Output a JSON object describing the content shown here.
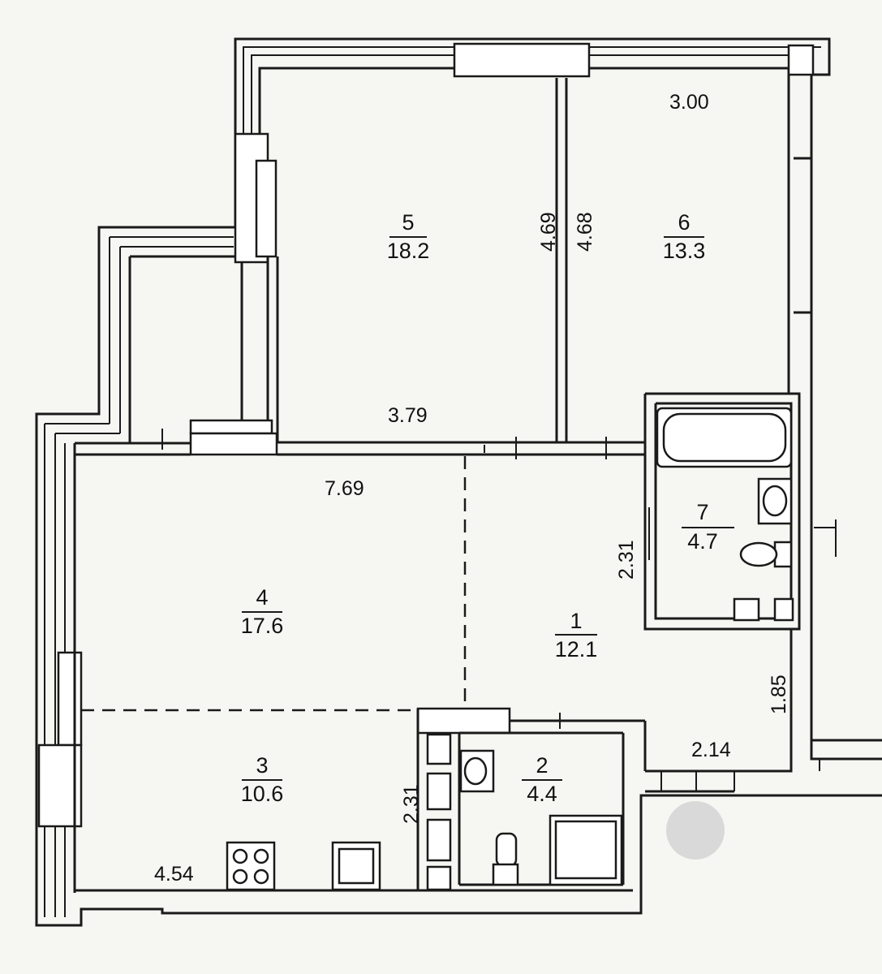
{
  "rooms": [
    {
      "number": "1",
      "area": "12.1"
    },
    {
      "number": "2",
      "area": "4.4"
    },
    {
      "number": "3",
      "area": "10.6"
    },
    {
      "number": "4",
      "area": "17.6"
    },
    {
      "number": "5",
      "area": "18.2"
    },
    {
      "number": "6",
      "area": "13.3"
    },
    {
      "number": "7",
      "area": "4.7"
    }
  ],
  "dimensions": {
    "room6_width": "3.00",
    "room5_length": "4.69",
    "room6_length": "4.68",
    "room5_width": "3.79",
    "living_length": "7.69",
    "bath_width": "2.31",
    "hall_length": "1.85",
    "hall_width": "2.14",
    "wc_width": "2.31",
    "kitchen_length": "4.54"
  },
  "colors": {
    "line": "#1a1a1a",
    "background": "#f6f6f3",
    "marker": "#d9d9d9"
  }
}
